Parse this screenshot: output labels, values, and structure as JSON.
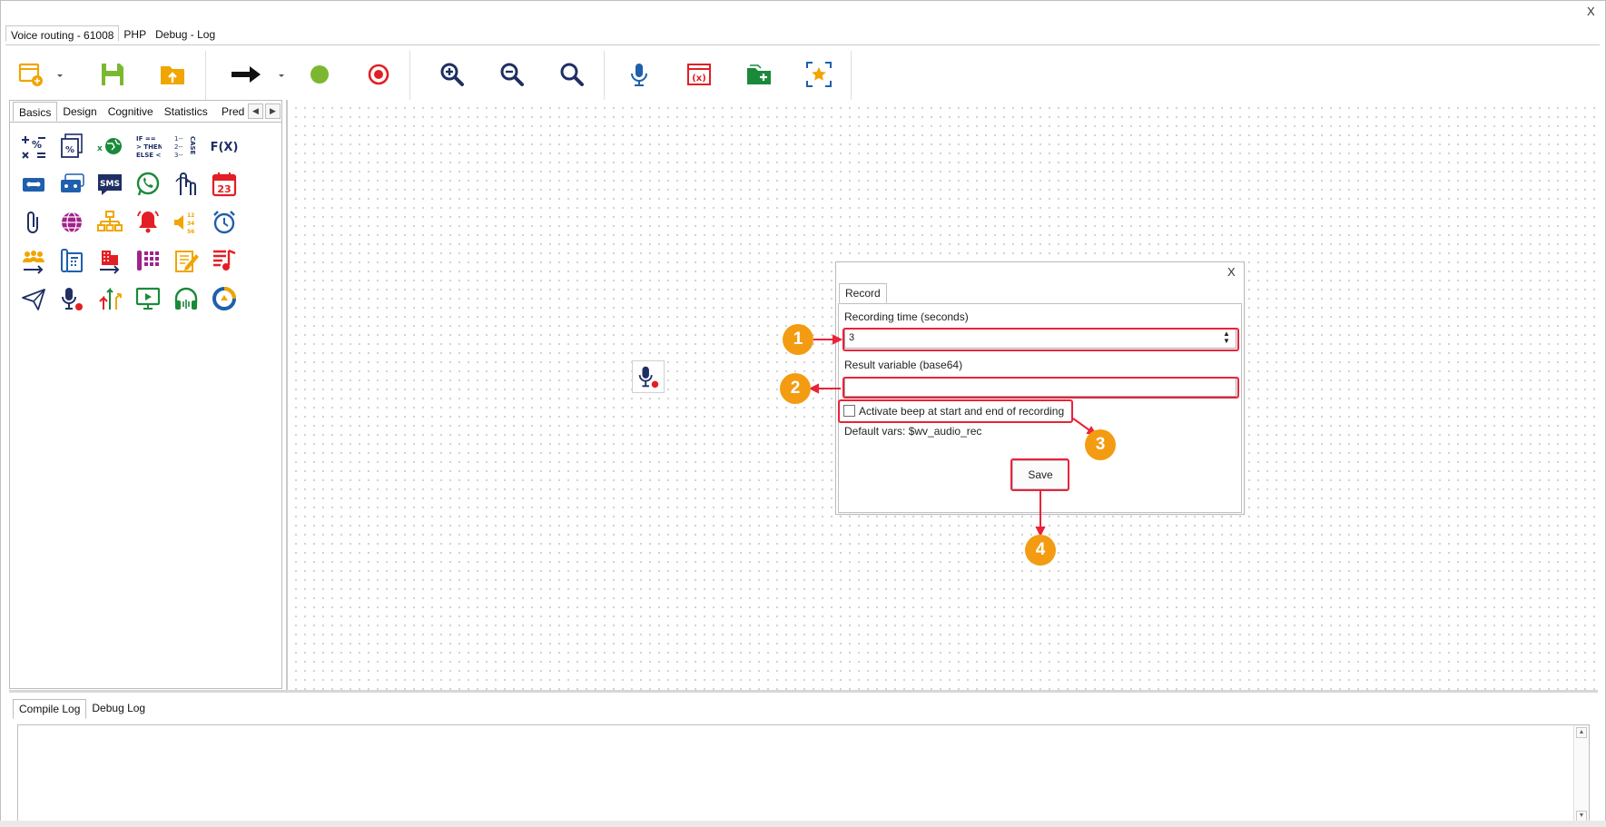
{
  "window": {
    "close_label": "X"
  },
  "main_tabs": [
    {
      "label": "Voice routing - 61008",
      "active": true
    },
    {
      "label": "PHP",
      "active": false
    },
    {
      "label": "Debug - Log",
      "active": false
    }
  ],
  "toolbar": {
    "icons": [
      "new-window-icon",
      "save-icon",
      "upload-folder-icon",
      "arrow-right-icon",
      "green-circle-icon",
      "target-record-icon",
      "zoom-in-icon",
      "zoom-out-icon",
      "zoom-fit-icon",
      "microphone-icon",
      "variable-x-icon",
      "add-folder-icon",
      "focus-star-icon"
    ]
  },
  "left_panel": {
    "tabs": [
      {
        "label": "Basics",
        "active": true
      },
      {
        "label": "Design",
        "active": false
      },
      {
        "label": "Cognitive",
        "active": false
      },
      {
        "label": "Statistics",
        "active": false
      },
      {
        "label": "Pred",
        "active": false
      }
    ],
    "nav_prev": "◀",
    "nav_next": "▶",
    "palette_text": {
      "ifthen": "IF ==\n> THEN\nELSE <",
      "case": "CASE",
      "fx": "F(X)",
      "sms": "SMS",
      "calendar": "23"
    }
  },
  "dialog": {
    "close_label": "X",
    "tab_label": "Record",
    "recording_time_label": "Recording time (seconds)",
    "recording_time_value": "3",
    "result_variable_label": "Result variable (base64)",
    "result_variable_value": "",
    "beep_label": "Activate beep at start and end of recording",
    "beep_checked": false,
    "default_vars": "Default vars: $wv_audio_rec",
    "save_label": "Save"
  },
  "annotations": [
    "1",
    "2",
    "3",
    "4"
  ],
  "log_tabs": [
    {
      "label": "Compile Log",
      "active": true
    },
    {
      "label": "Debug Log",
      "active": false
    }
  ],
  "log_content": "",
  "colors": {
    "annotation_red": "#e8233a",
    "badge_orange": "#f39c12",
    "toolbar_yellow": "#f0a500",
    "toolbar_green": "#7cb82f",
    "toolbar_red": "#e31e24",
    "toolbar_navy": "#1f2f64",
    "toolbar_blue": "#1f5fad"
  }
}
